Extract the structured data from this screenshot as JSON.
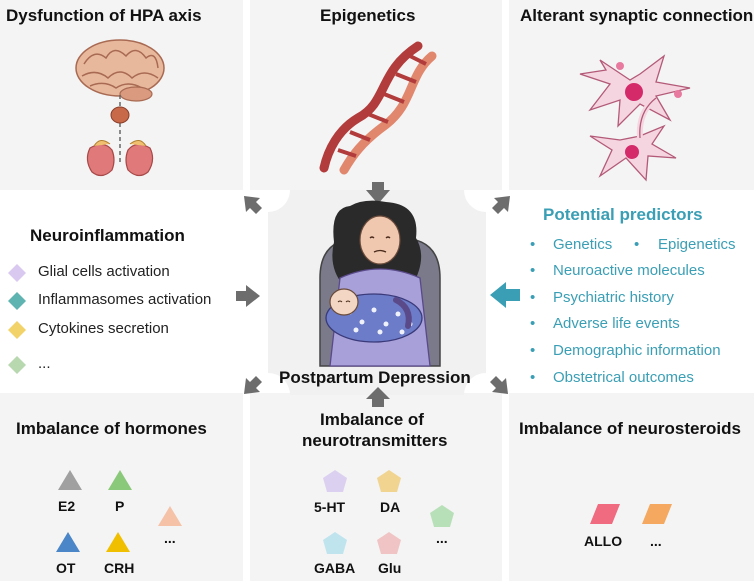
{
  "panels": {
    "hpa": {
      "title": "Dysfunction of HPA axis"
    },
    "epigenetics": {
      "title": "Epigenetics"
    },
    "synaptic": {
      "title": "Alterant synaptic connection"
    },
    "neuroinflammation": {
      "title": "Neuroinflammation",
      "items": [
        "Glial cells activation",
        "Inflammasomes activation",
        "Cytokines secretion",
        "..."
      ]
    },
    "predictors": {
      "title": "Potential predictors",
      "items": [
        "Genetics",
        "Epigenetics",
        "Neuroactive molecules",
        "Psychiatric history",
        "Adverse life events",
        "Demographic information",
        "Obstetrical outcomes"
      ]
    },
    "hormones": {
      "title": "Imbalance of hormones",
      "labels": [
        "E2",
        "P",
        "OT",
        "CRH",
        "..."
      ]
    },
    "neurotransmitters": {
      "title_line1": "Imbalance of",
      "title_line2": "neurotransmitters",
      "labels": [
        "5-HT",
        "DA",
        "GABA",
        "Glu",
        "..."
      ]
    },
    "neurosteroids": {
      "title": "Imbalance of neurosteroids",
      "labels": [
        "ALLO",
        "..."
      ]
    }
  },
  "center": {
    "label": "Postpartum Depression"
  },
  "colors": {
    "panel_bg": "#f4f4f4",
    "predictor_teal": "#3a9fb5",
    "arrow_gray": "#6d6d6d",
    "dna_red": "#b23b3b",
    "synapse_pink": "#e8a6bf",
    "gland_red": "#d86b6b"
  }
}
